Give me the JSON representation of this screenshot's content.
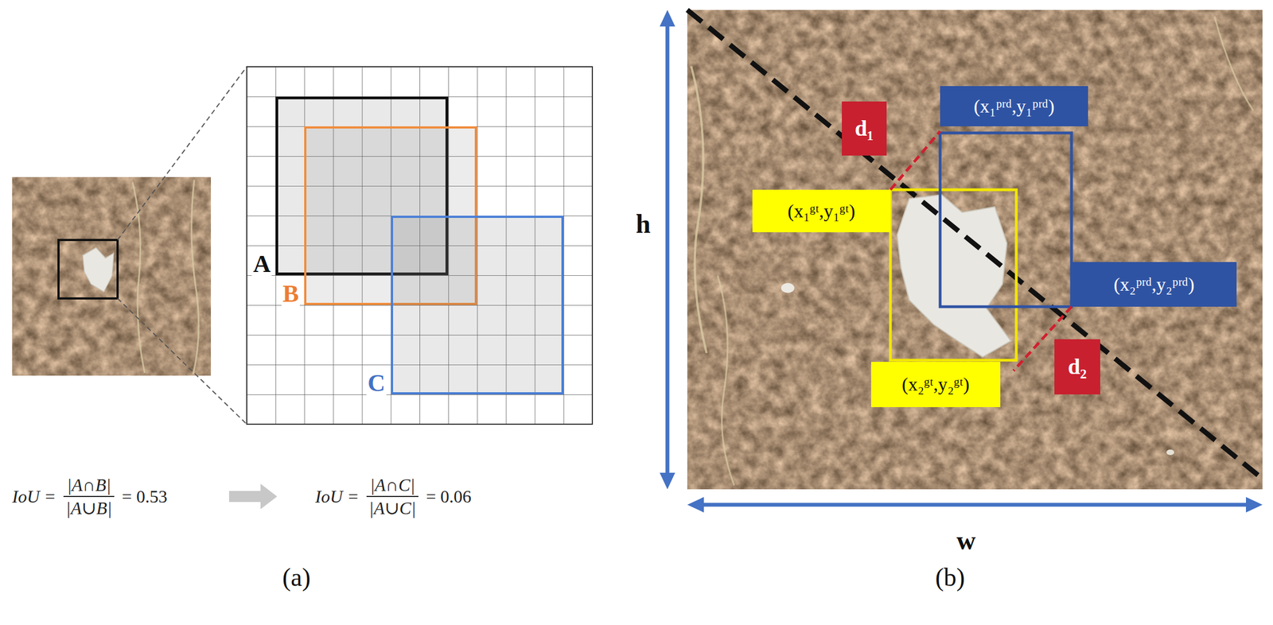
{
  "diagram": {
    "nodes": [
      {
        "text": [
          "A"
        ]
      },
      {
        "text": [
          "B"
        ]
      },
      {
        "text": [
          "C"
        ]
      },
      {
        "text": [
          "d₁"
        ]
      },
      {
        "text": [
          "(x₁ᵖʳᵈ,y₁ᵖʳᵈ)"
        ]
      },
      {
        "text": [
          "(x₁ᵍᵗ,y₁ᵍᵗ)"
        ]
      },
      {
        "text": [
          "(x₂ᵖʳᵈ,y₂ᵖʳᵈ)"
        ]
      },
      {
        "text": [
          "d₂"
        ]
      },
      {
        "text": [
          "(x₂ᵍᵗ,y₂ᵍᵗ)"
        ]
      }
    ],
    "labels": [
      "IoU =",
      "|A∩B|",
      "|A∪B|",
      "= 0.53",
      "IoU =",
      "|A∩C|",
      "|A∪C|",
      "= 0.06",
      "h",
      "w",
      "(a)",
      "(b)"
    ]
  }
}
